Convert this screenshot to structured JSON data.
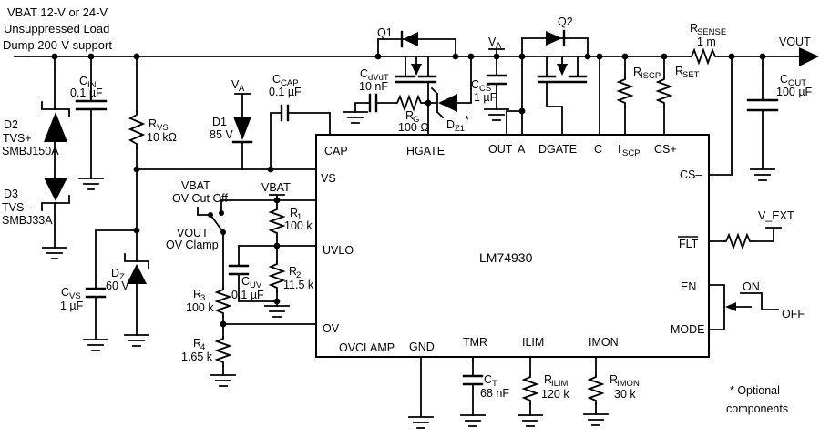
{
  "note": {
    "line1": "VBAT 12-V or 24-V",
    "line2": "Unsuppressed Load",
    "line3": "Dump 200-V support"
  },
  "ic": {
    "part": "LM74930",
    "pins": {
      "cap": "CAP",
      "hgate": "HGATE",
      "out": "OUT",
      "a": "A",
      "dgate": "DGATE",
      "c": "C",
      "iscp": {
        "main": "I",
        "sub": "SCP"
      },
      "cs_plus": "CS+",
      "cs_minus": "CS–",
      "flt": "FLT",
      "en": "EN",
      "mode": "MODE",
      "vs": "VS",
      "uvlo": "UVLO",
      "ov": "OV",
      "ovclamp": "OVCLAMP",
      "gnd": "GND",
      "tmr": "TMR",
      "ilim": "ILIM",
      "imon": "IMON"
    }
  },
  "nets": {
    "vbat": "VBAT",
    "va": {
      "main": "V",
      "sub": "A"
    },
    "vout": "VOUT",
    "vext": "V_EXT",
    "on": "ON",
    "off": "OFF"
  },
  "switch": {
    "line1": "VBAT",
    "line2": "OV Cut Off",
    "line3": "VOUT",
    "line4": "OV Clamp"
  },
  "components": {
    "cin": {
      "ref": {
        "main": "C",
        "sub": "IN"
      },
      "value": "0.1 µF"
    },
    "rvs": {
      "ref": {
        "main": "R",
        "sub": "VS"
      },
      "value": "10 kΩ"
    },
    "d2": {
      "ref": "D2",
      "type": "TVS+",
      "part": "SMBJ150A"
    },
    "d3": {
      "ref": "D3",
      "type": "TVS–",
      "part": "SMBJ33A"
    },
    "cvs": {
      "ref": {
        "main": "C",
        "sub": "VS"
      },
      "value": "1 µF"
    },
    "dz": {
      "ref": {
        "main": "D",
        "sub": "Z"
      },
      "value": "60 V"
    },
    "d1": {
      "ref": "D1",
      "value": "85 V"
    },
    "ccap": {
      "ref": {
        "main": "C",
        "sub": "CAP"
      },
      "value": "0.1 µF"
    },
    "r1": {
      "ref": {
        "main": "R",
        "sub": "1"
      },
      "value": "100 k"
    },
    "r2": {
      "ref": {
        "main": "R",
        "sub": "2"
      },
      "value": "11.5 k"
    },
    "r3": {
      "ref": {
        "main": "R",
        "sub": "3"
      },
      "value": "100 k"
    },
    "r4": {
      "ref": {
        "main": "R",
        "sub": "4"
      },
      "value": "1.65 k"
    },
    "cuv": {
      "ref": {
        "main": "C",
        "sub": "UV"
      },
      "value": "0.1 µF"
    },
    "q1": {
      "ref": "Q1"
    },
    "q2": {
      "ref": "Q2"
    },
    "cdvdt": {
      "ref": {
        "main": "C",
        "sub": "dVdT"
      },
      "value": "10 nF"
    },
    "rg": {
      "ref": {
        "main": "R",
        "sub": "G"
      },
      "value": "100 Ω"
    },
    "dz1": {
      "ref": {
        "main": "D",
        "sub": "Z1"
      },
      "star": "*"
    },
    "ccs": {
      "ref": {
        "main": "C",
        "sub": "CS"
      },
      "value": "1 µF"
    },
    "riscp": {
      "ref": {
        "main": "R",
        "sub": "ISCP"
      }
    },
    "rset": {
      "ref": {
        "main": "R",
        "sub": "SET"
      }
    },
    "rsense": {
      "ref": {
        "main": "R",
        "sub": "SENSE"
      },
      "value": "1 m"
    },
    "cout": {
      "ref": {
        "main": "C",
        "sub": "OUT"
      },
      "value": "100 µF"
    },
    "ct": {
      "ref": {
        "main": "C",
        "sub": "T"
      },
      "value": "68 nF"
    },
    "rilim": {
      "ref": {
        "main": "R",
        "sub": "ILIM"
      },
      "value": "120 k"
    },
    "rimon": {
      "ref": {
        "main": "R",
        "sub": "IMON"
      },
      "value": "30 k"
    }
  },
  "footnote": {
    "line1": "*  Optional",
    "line2": "components"
  }
}
